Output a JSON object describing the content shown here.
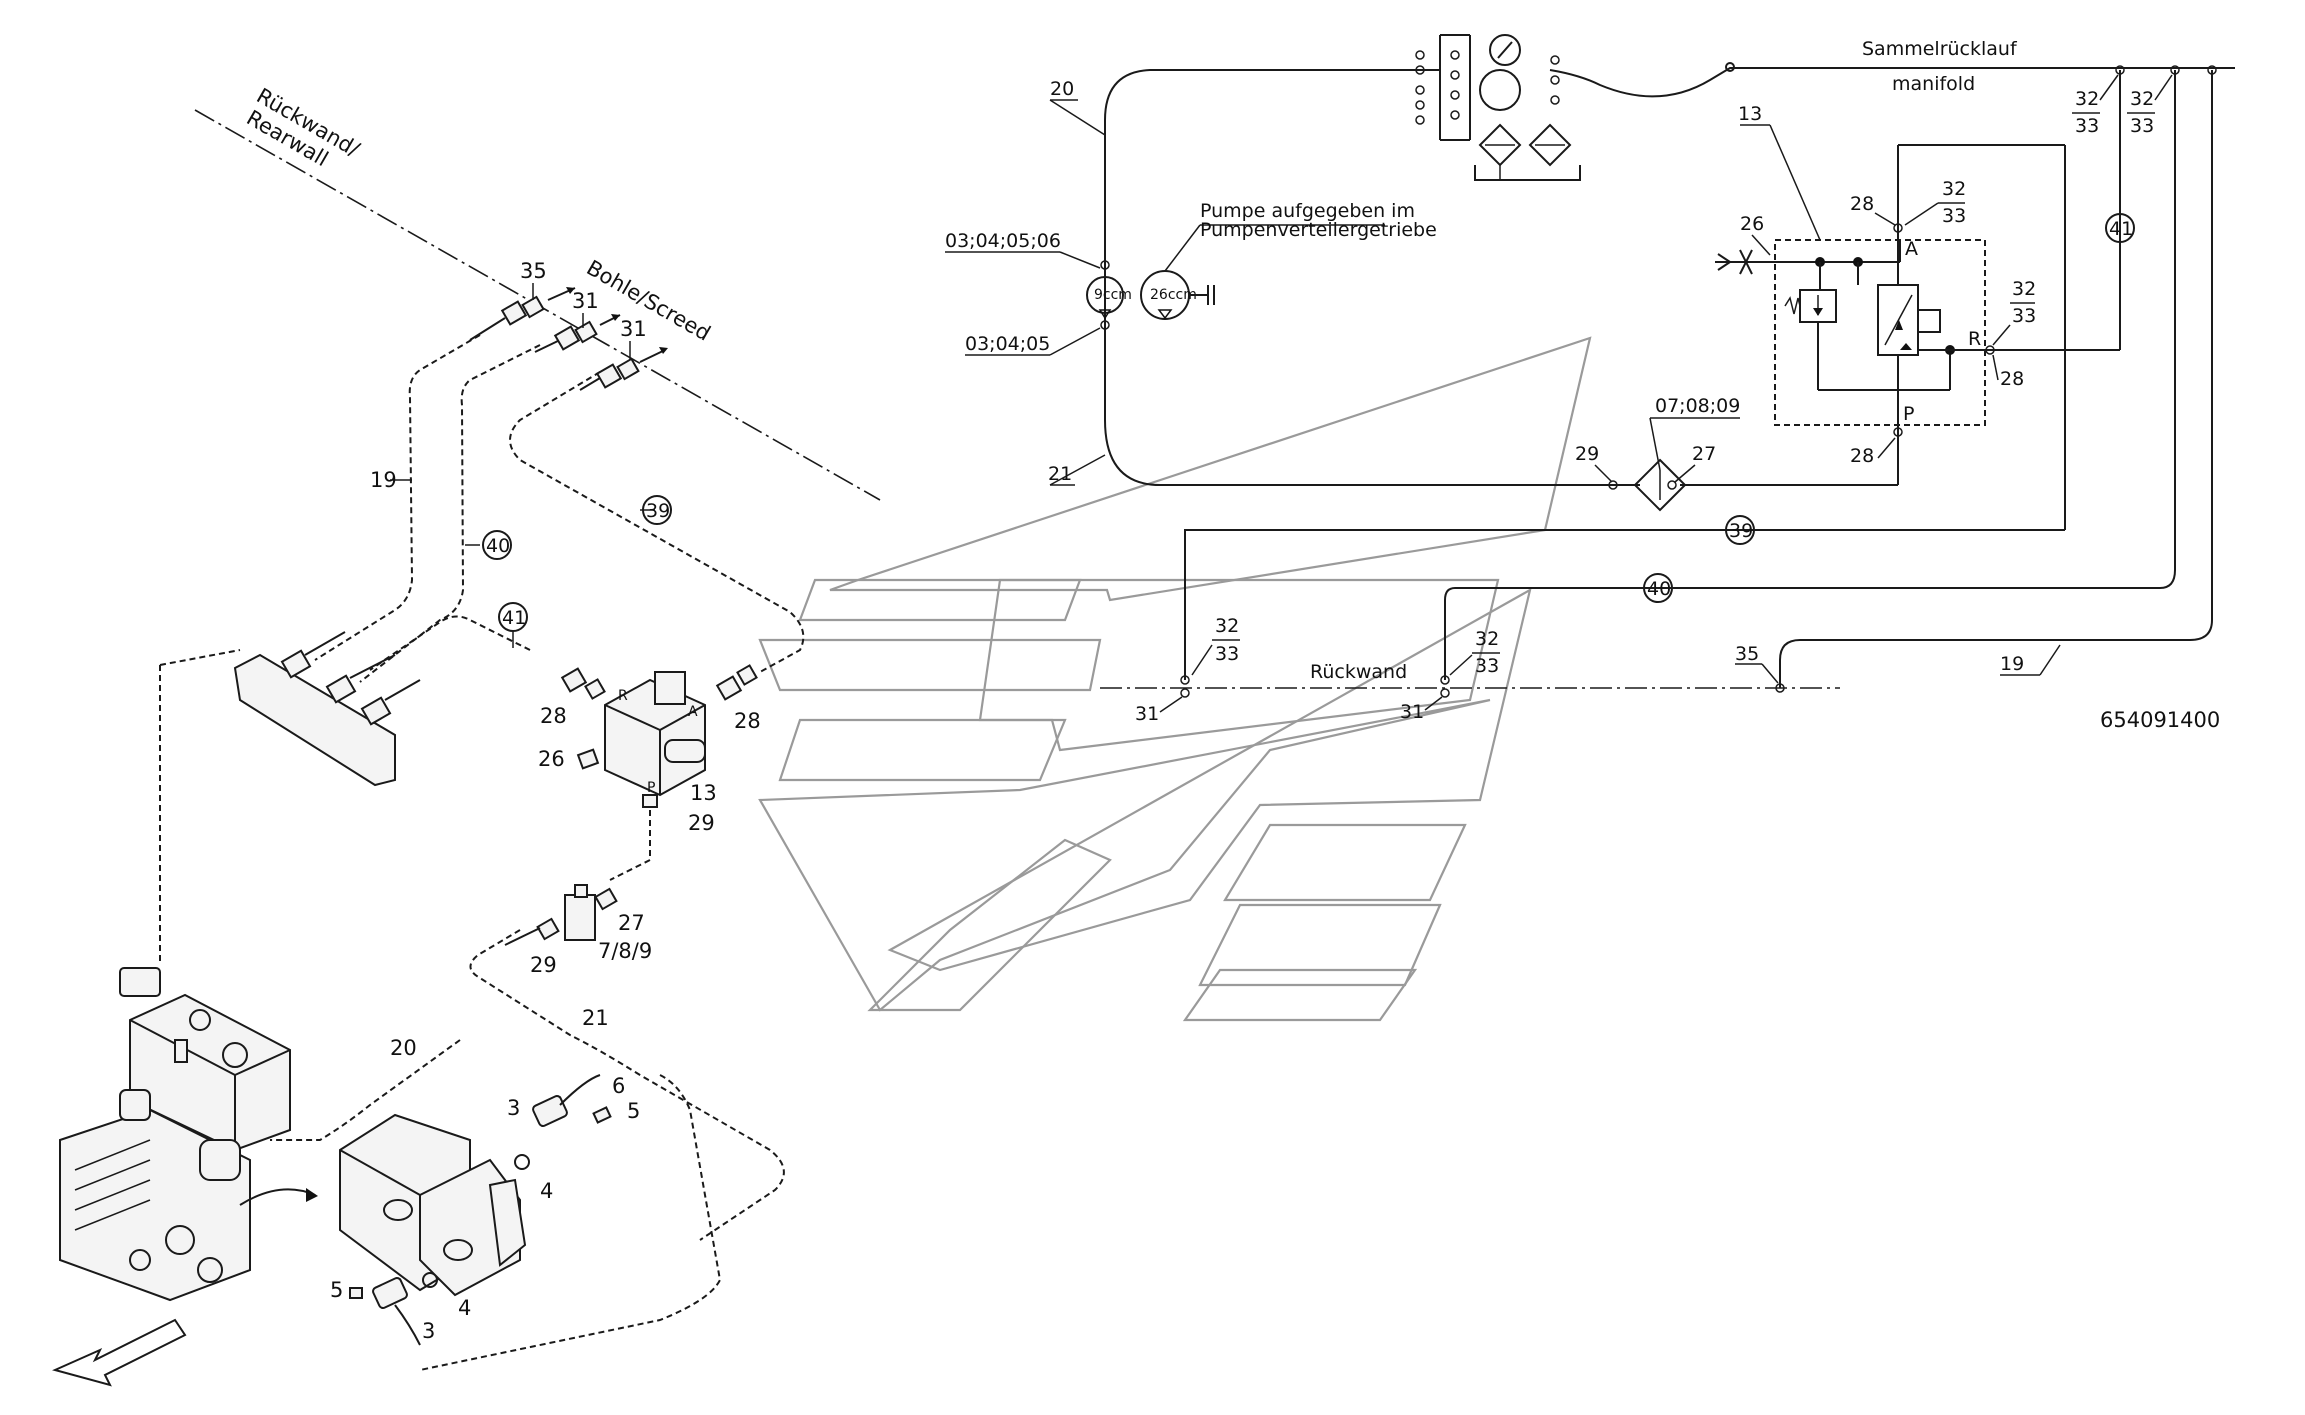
{
  "labels": {
    "rueckwand_rearwall_1": "Rückwand/",
    "rueckwand_rearwall_2": "Rearwall",
    "bohle_screed": "Bohle/Screed",
    "sammelruecklauf": "Sammelrücklauf",
    "manifold": "manifold",
    "pumpe_1": "Pumpe aufgegeben im",
    "pumpe_2": "Pumpenverteilergetriebe",
    "rueckwand": "Rückwand",
    "drawing_number": "654091400",
    "pump_small": "9ccm",
    "pump_large": "26ccm",
    "port_a": "A",
    "port_r": "R",
    "port_p": "P"
  },
  "callouts": {
    "c03_06": "03;04;05;06",
    "c03_05": "03;04;05",
    "c07_09": "07;08;09",
    "c7_8_9": "7/8/9",
    "n3": "3",
    "n4": "4",
    "n5": "5",
    "n6": "6",
    "n13": "13",
    "n19": "19",
    "n20": "20",
    "n21": "21",
    "n26": "26",
    "n27": "27",
    "n28": "28",
    "n29": "29",
    "n31": "31",
    "n32": "32",
    "n33": "33",
    "n35": "35",
    "n39": "39",
    "n40": "40",
    "n41": "41"
  },
  "icons": [
    "arrow-bottom-left-icon",
    "curved-arrow-icon",
    "pressure-gauge-icon",
    "filter-icon",
    "pump-symbol-icon",
    "valve-block-icon",
    "watermark-logo-icon"
  ]
}
